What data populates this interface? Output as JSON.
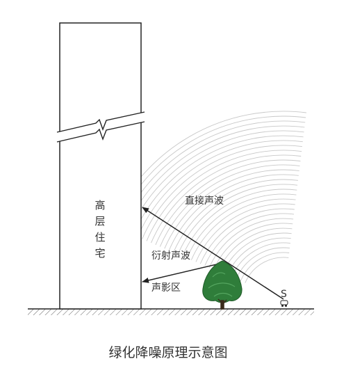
{
  "building_label": "高层住宅",
  "labels": {
    "direct_wave": "直接声波",
    "diffracted_wave": "衍射声波",
    "shadow_zone": "声影区",
    "source": "S"
  },
  "caption": "绿化降噪原理示意图",
  "colors": {
    "line": "#222222",
    "wave": "#c8c8c8",
    "tree_foliage": "#2f7d3a",
    "tree_trunk": "#3a2a1a",
    "text": "#333333"
  }
}
